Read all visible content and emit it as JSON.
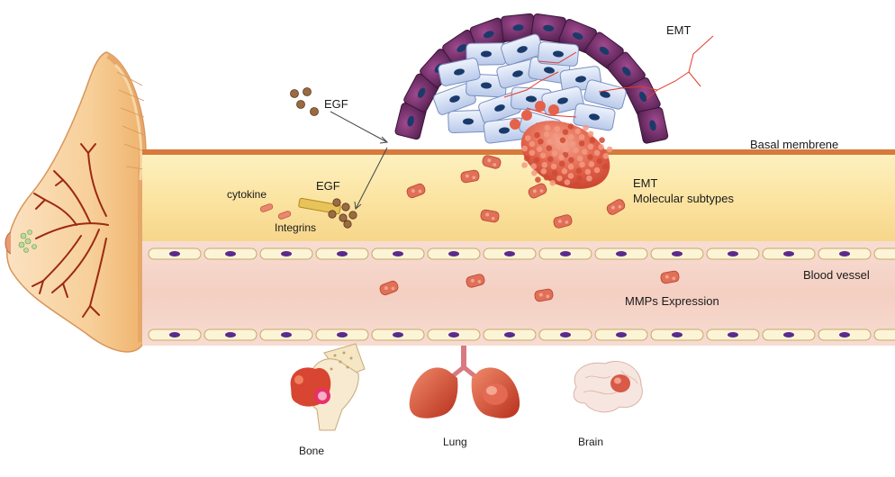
{
  "labels": {
    "egf_top": "EGF",
    "emt_top": "EMT",
    "basal_membrane": "Basal membrene",
    "cytokine": "cytokine",
    "egf_mid": "EGF",
    "integrins": "Integrins",
    "emt_mid": "EMT",
    "molecular_subtypes": "Molecular subtypes",
    "blood_vessel": "Blood vessel",
    "mmps_expression": "MMPs Expression",
    "bone": "Bone",
    "lung": "Lung",
    "brain": "Brain"
  },
  "colors": {
    "basal_membrane": "#d77a3c",
    "stroma_top": "#fbe9a6",
    "stroma_bottom": "#f6d888",
    "vessel_lumen": "#f6d4c8",
    "endothelial_cell": "#fcf4d6",
    "nucleus": "#5a2a8c",
    "tumor_cell": "#e0604a",
    "epithelial_outer": "#6b2a63",
    "epithelial_inner": "#c9d7f0",
    "breast_skin": "#f3c07a",
    "mammary_duct": "#9c2a12"
  }
}
